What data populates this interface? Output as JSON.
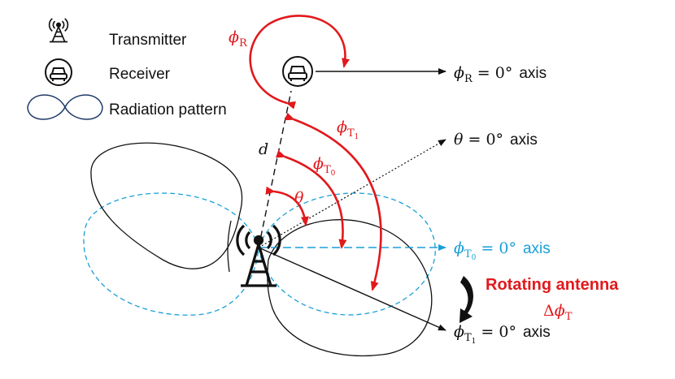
{
  "legend": {
    "transmitter": "Transmitter",
    "receiver": "Receiver",
    "radiation_pattern": "Radiation pattern"
  },
  "symbols": {
    "phi": "ϕ",
    "theta": "θ",
    "distance": "d",
    "delta": "Δ",
    "sub_R": "R",
    "sub_T": "T",
    "sub_T0": "T",
    "sub_T0_index": "0",
    "sub_T1": "T",
    "sub_T1_index": "1"
  },
  "axes": {
    "equals": " = 0°",
    "axis_word": "axis"
  },
  "rotation_text": "Rotating antenna",
  "colors": {
    "red": "#e1191c",
    "blue": "#1a9fd8",
    "black": "#111111"
  }
}
